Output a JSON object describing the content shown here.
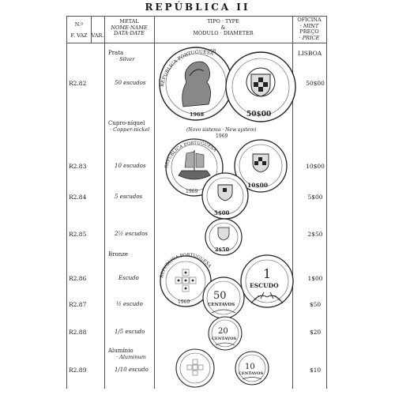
{
  "title": "REPÚBLICA II",
  "headers": {
    "no_line1": "N.º",
    "no_line2": "F. VAZ",
    "var": "VAR.",
    "metal_l1": "METAL",
    "metal_l2": "NOME·NAME",
    "metal_l3": "DATA·DATE",
    "type_l1": "TIPO · TYPE",
    "type_l2": "&",
    "type_l3": "MÓDULO · DIAMETER",
    "mint_l1": "OFICINA",
    "mint_l2": "· MINT",
    "mint_l3": "PREÇO",
    "mint_l4": "· PRICE"
  },
  "mint_value": "LISBOA",
  "sections": [
    {
      "metal": "Prata",
      "translation": "· Silver"
    },
    {
      "metal": "Cupro-níquel",
      "translation": "· Copper-nickel"
    },
    {
      "metal": "Bronze",
      "translation": ""
    },
    {
      "metal": "Alumínio",
      "translation": "· Aluminum"
    }
  ],
  "years": {
    "silver": "1968",
    "system": "1969"
  },
  "new_system_note": "(Novo sistema · New system)",
  "rows": [
    {
      "ref": "R2.82",
      "denomination": "50 escudos",
      "price": "50$00"
    },
    {
      "ref": "R2.83",
      "denomination": "10 escudos",
      "price": "10$00"
    },
    {
      "ref": "R2.84",
      "denomination": "5 escudos",
      "price": "5$00"
    },
    {
      "ref": "R2.85",
      "denomination": "2½ escudos",
      "price": "2$50"
    },
    {
      "ref": "R2.86",
      "denomination": "Escudo",
      "price": "1$00"
    },
    {
      "ref": "R2.87",
      "denomination": "½ escudo",
      "price": "$50"
    },
    {
      "ref": "R2.88",
      "denomination": "1/5 escudo",
      "price": "$20"
    },
    {
      "ref": "R2.89",
      "denomination": "1/10 escudo",
      "price": "$10"
    }
  ],
  "coin_labels": {
    "c50_value": "50$00",
    "c50_year": "1968",
    "c50_legend": "REPUBLICA PORTUGUESA",
    "c10_legend": "REPUBLICA PORTUGUESA",
    "c10_year": "1969",
    "c10_value": "10$00",
    "c5_value": "5$00",
    "c25_value": "2$50",
    "e1_legend": "REPUBLICA PORTUGUESA",
    "e1_year": "1969",
    "e1_num": "1",
    "e1_word": "ESCUDO",
    "c50c_num": "50",
    "c50c_word": "CENTAVOS",
    "c20_num": "20",
    "c20_word": "CENTAVOS",
    "c10c_num": "10",
    "c10c_word": "CENTAVOS"
  }
}
